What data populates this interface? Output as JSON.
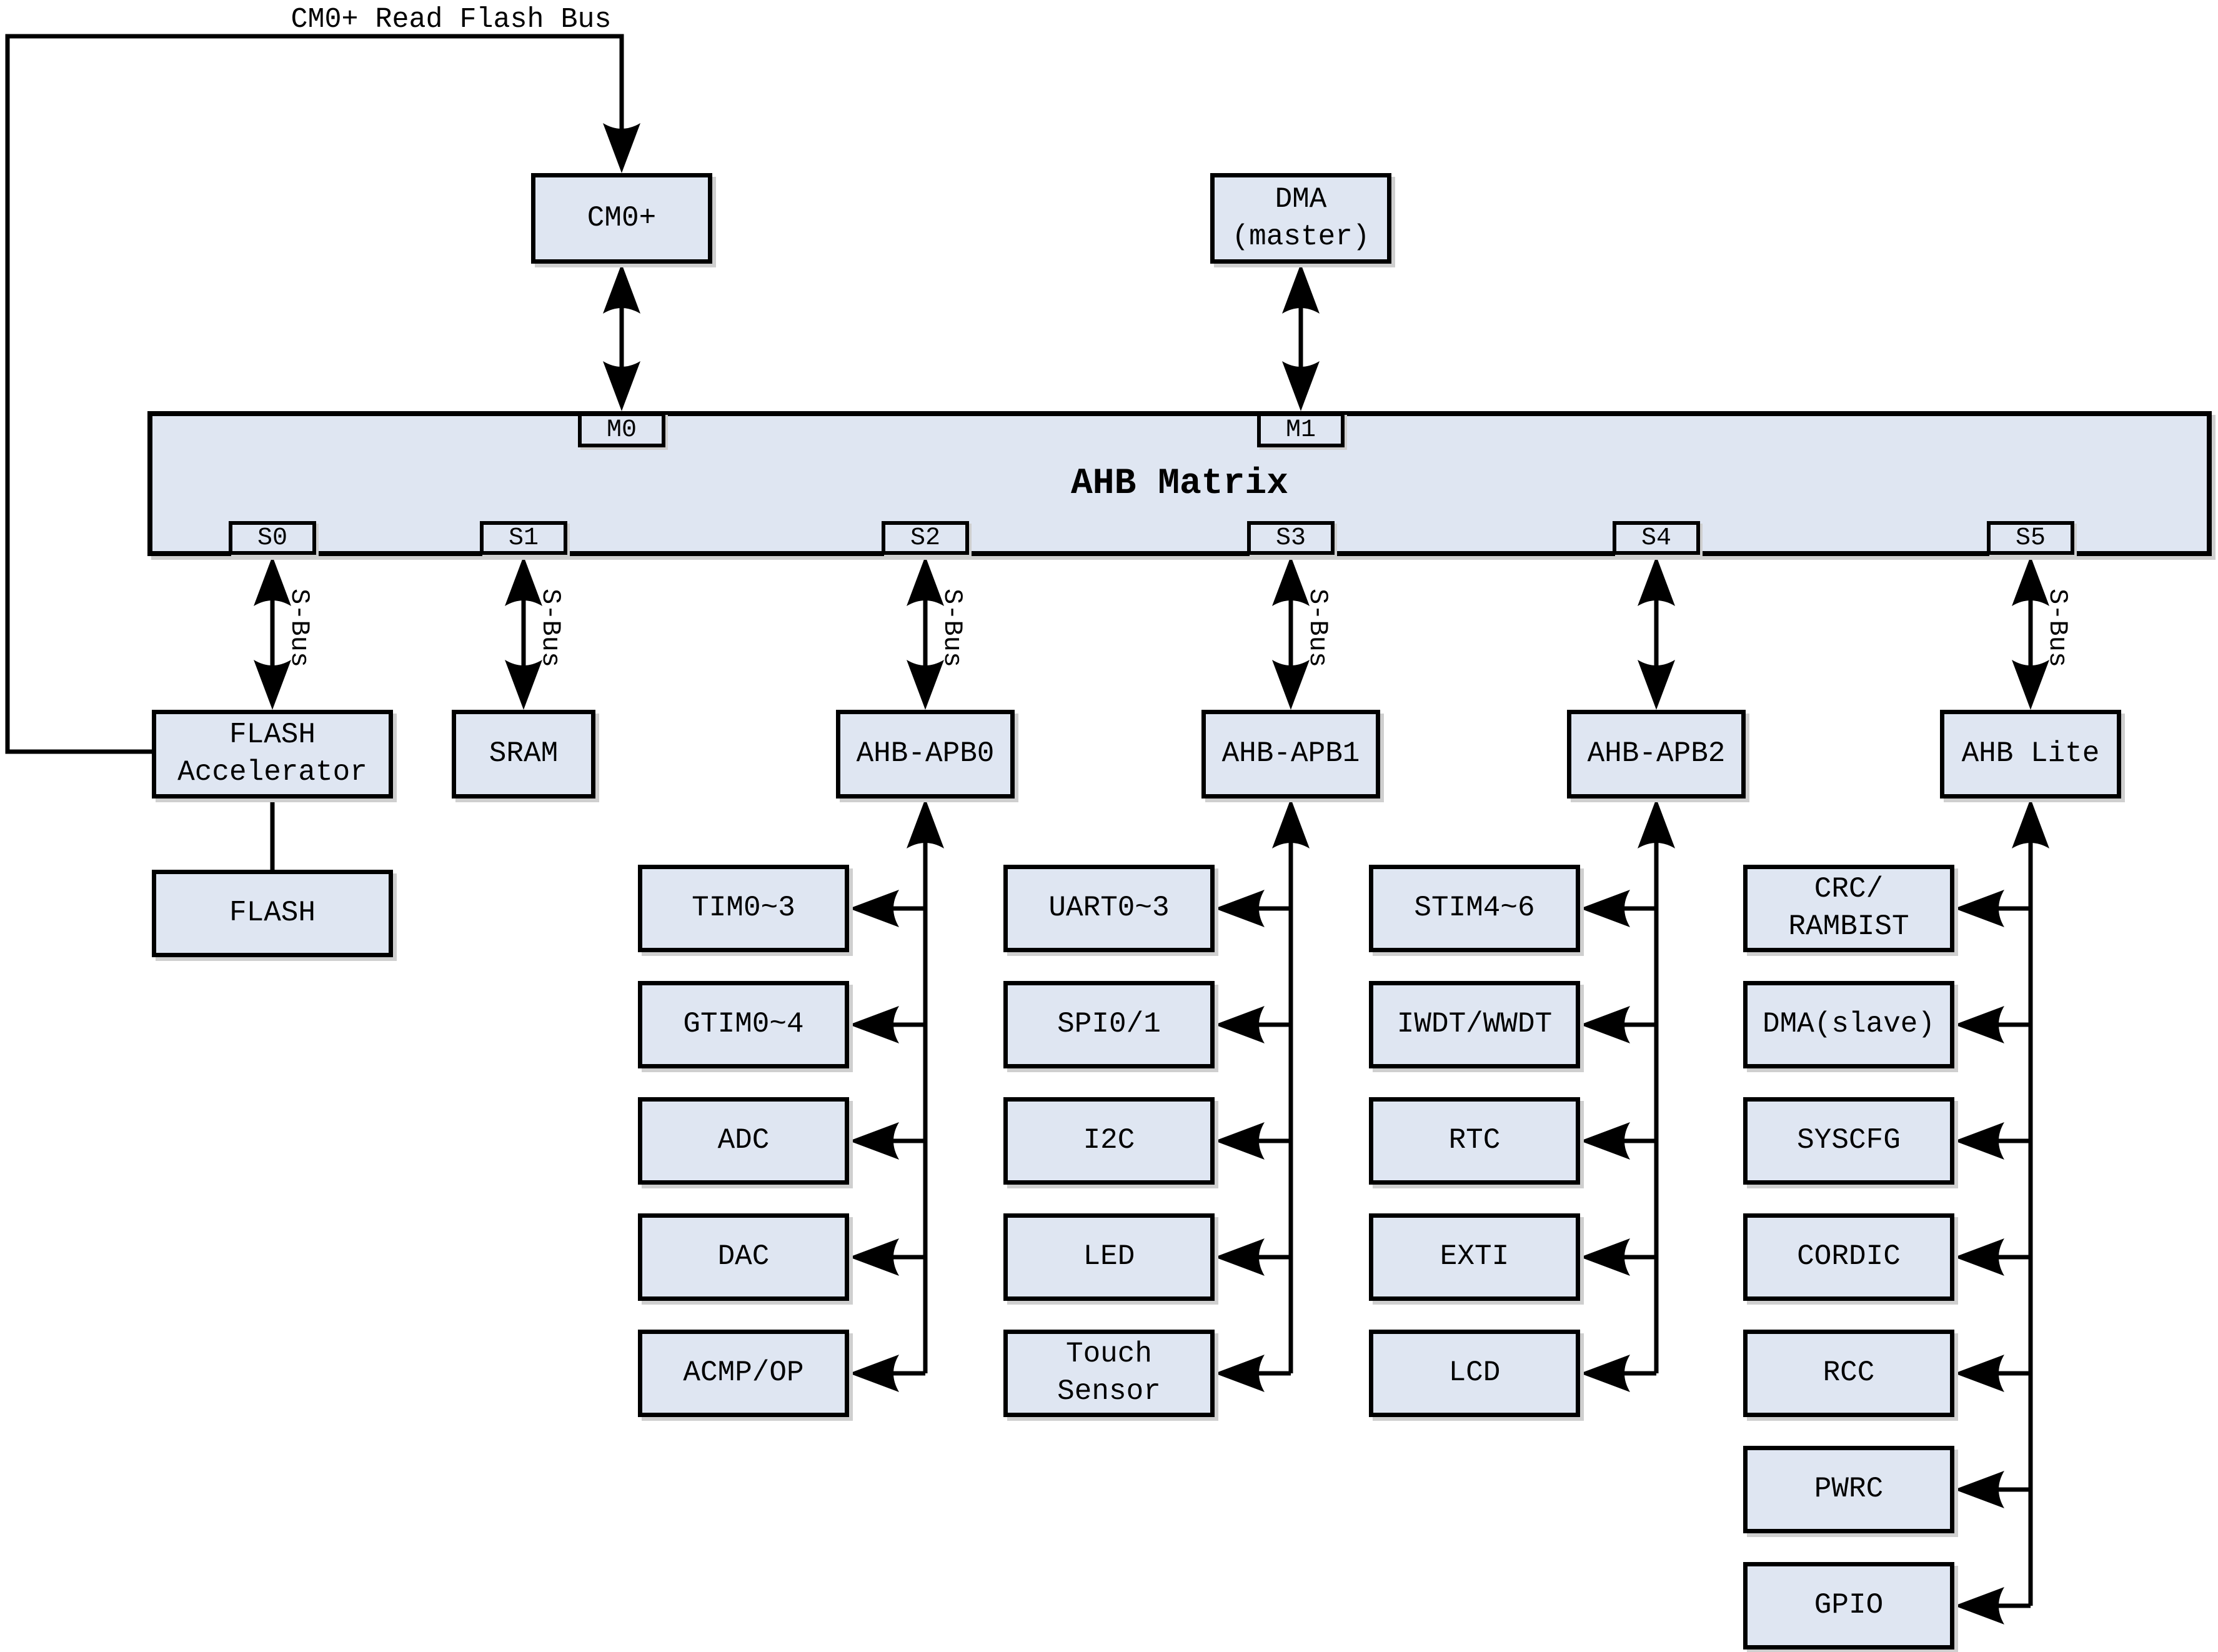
{
  "top_bus_label": "CM0+ Read Flash Bus",
  "sbus_label": "S-Bus",
  "matrix": {
    "title": "AHB Matrix",
    "master_ports": [
      "M0",
      "M1"
    ],
    "slave_ports": [
      "S0",
      "S1",
      "S2",
      "S3",
      "S4",
      "S5"
    ]
  },
  "masters": [
    {
      "label": "CM0+"
    },
    {
      "label": "DMA\n(master)"
    }
  ],
  "memories": {
    "flash_accelerator": "FLASH\nAccelerator",
    "flash": "FLASH",
    "sram": "SRAM"
  },
  "bridges": [
    "AHB-APB0",
    "AHB-APB1",
    "AHB-APB2",
    "AHB Lite"
  ],
  "peripheral_columns": [
    {
      "bridge": "AHB-APB0",
      "items": [
        "TIM0~3",
        "GTIM0~4",
        "ADC",
        "DAC",
        "ACMP/OP"
      ]
    },
    {
      "bridge": "AHB-APB1",
      "items": [
        "UART0~3",
        "SPI0/1",
        "I2C",
        "LED",
        "Touch\nSensor"
      ]
    },
    {
      "bridge": "AHB-APB2",
      "items": [
        "STIM4~6",
        "IWDT/WWDT",
        "RTC",
        "EXTI",
        "LCD"
      ]
    },
    {
      "bridge": "AHB Lite",
      "items": [
        "CRC/\nRAMBIST",
        "DMA(slave)",
        "SYSCFG",
        "CORDIC",
        "RCC",
        "PWRC",
        "GPIO"
      ]
    }
  ],
  "colors": {
    "box_fill": "#dfe6f2",
    "line": "#000000"
  }
}
